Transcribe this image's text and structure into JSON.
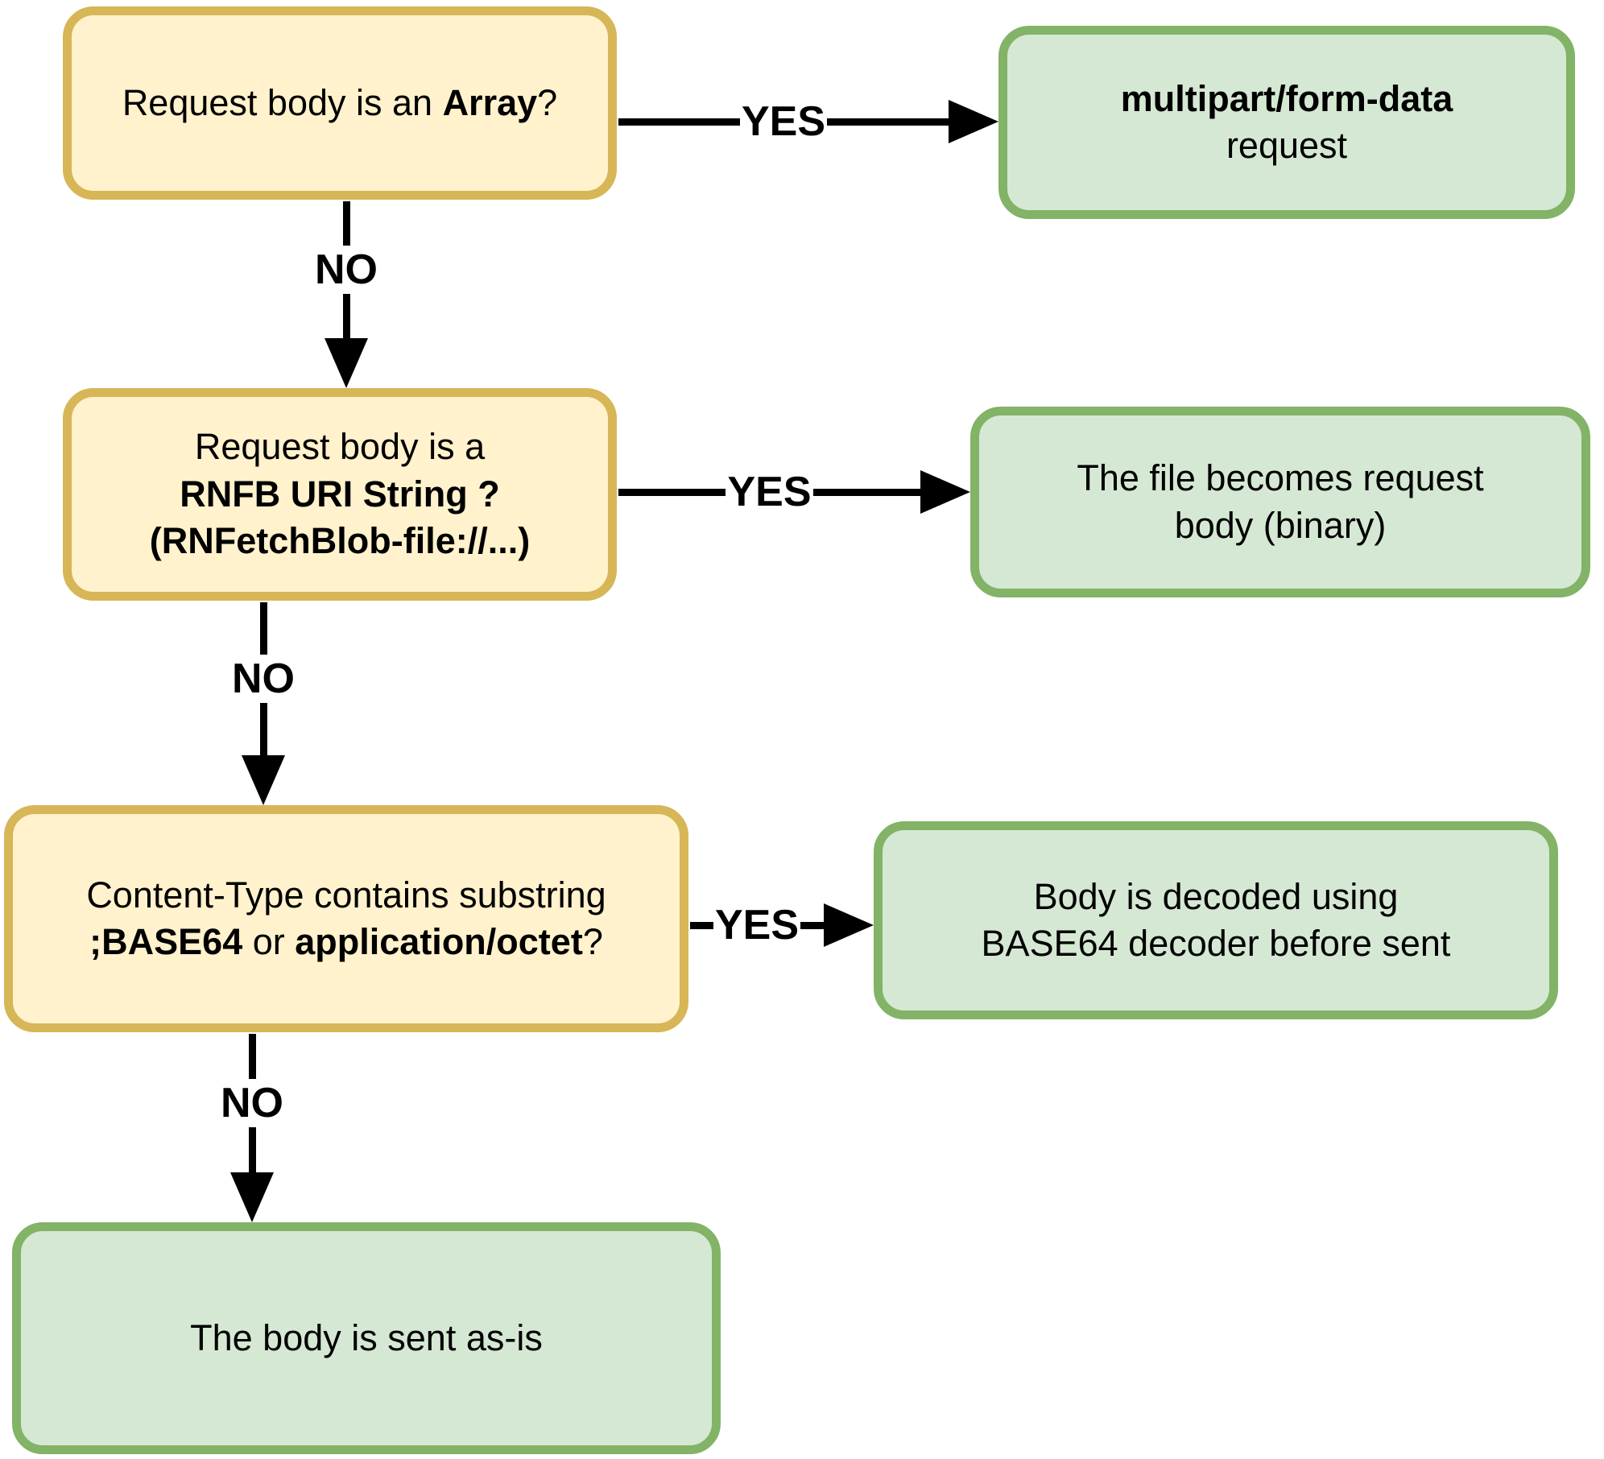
{
  "colors": {
    "background": "#ffffff",
    "decision_fill": "#FFF2CC",
    "decision_border": "#D6B656",
    "result_fill": "#D5E8D4",
    "result_border": "#82B366",
    "arrow": "#000000"
  },
  "nodes": {
    "q_array": {
      "parts": [
        "Request body is an ",
        "Array",
        "?"
      ]
    },
    "q_rnfb": {
      "line1": "Request body is a",
      "line2": "RNFB URI String ?",
      "line3": "(RNFetchBlob-file://...)"
    },
    "q_content_type": {
      "line1": "Content-Type contains substring",
      "line2_parts": [
        ";BASE64",
        " or ",
        "application/octet",
        "?"
      ]
    },
    "r_multipart": {
      "line1": "multipart/form-data",
      "line2": "request"
    },
    "r_file_body": {
      "line1": "The file becomes request",
      "line2": "body (binary)"
    },
    "r_base64": {
      "line1": "Body is decoded using",
      "line2": "BASE64 decoder before sent"
    },
    "r_asis": {
      "text": "The body is sent as-is"
    }
  },
  "edges": {
    "yes1": "YES",
    "no1": "NO",
    "yes2": "YES",
    "no2": "NO",
    "yes3": "YES",
    "no3": "NO"
  }
}
